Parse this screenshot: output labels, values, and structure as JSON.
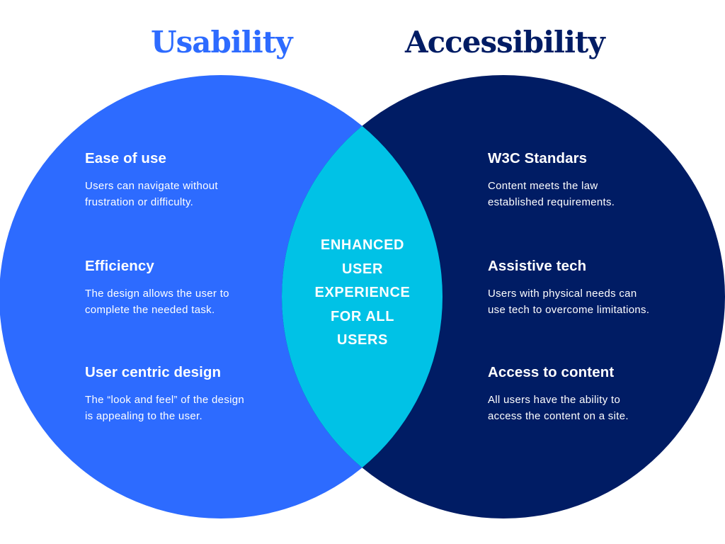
{
  "colors": {
    "usability": "#2D6BFF",
    "accessibility": "#001C64",
    "overlap": "#00C2E6",
    "text_on_shape": "#FFFFFF",
    "background": "#FFFFFF"
  },
  "sets": {
    "left": {
      "title": "Usability",
      "items": [
        {
          "heading": "Ease of use",
          "line1": "Users can navigate without",
          "line2": "frustration or difficulty."
        },
        {
          "heading": "Efficiency",
          "line1": "The design allows the user to",
          "line2": "complete the needed task."
        },
        {
          "heading": "User centric design",
          "line1": "The “look and feel” of the design",
          "line2": "is appealing to the user."
        }
      ]
    },
    "right": {
      "title": "Accessibility",
      "items": [
        {
          "heading": "W3C Standars",
          "line1": "Content meets the law",
          "line2": "established requirements."
        },
        {
          "heading": "Assistive tech",
          "line1": "Users with physical needs can",
          "line2": "use tech to overcome limitations."
        },
        {
          "heading": "Access to content",
          "line1": "All users have the ability to",
          "line2": "access the content on a site."
        }
      ]
    }
  },
  "intersection": {
    "lines": [
      "ENHANCED",
      "USER",
      "EXPERIENCE",
      "FOR ALL",
      "USERS"
    ]
  }
}
